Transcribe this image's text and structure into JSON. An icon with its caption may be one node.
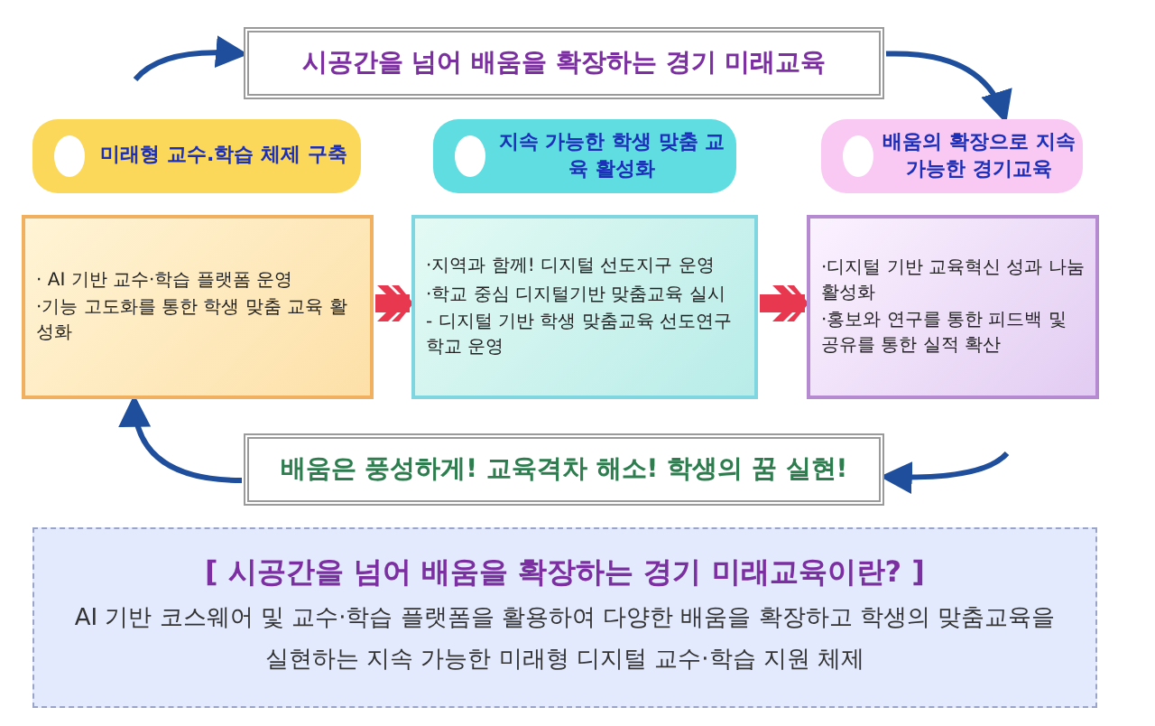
{
  "diagram": {
    "nodes": [
      {
        "text": [
          "시공간을 넘어 배움을 확장하는 경기 미래교육"
        ]
      },
      {
        "text": [
          "미래형 교수.학습 체제 구축"
        ]
      },
      {
        "text": [
          "지속 가능한 학생 맞춤 교육 활성화"
        ]
      },
      {
        "text": [
          "배움의 확장으로 지속 가능한 경기교육"
        ]
      },
      {
        "text": [
          "· AI 기반 교수·학습 플랫폼 운영",
          "·기능 고도화를 통한 학생 맞춤 교육 활성화"
        ]
      },
      {
        "text": [
          "·지역과 함께! 디지털 선도지구 운영",
          "·학교 중심 디지털기반 맞춤교육 실시",
          "- 디지털 기반 학생 맞춤교육 선도연구학교 운영"
        ]
      },
      {
        "text": [
          "·디지털 기반 교육혁신 성과 나눔 활성화",
          "·홍보와 연구를 통한 피드백 및 공유를 통한 실적 확산"
        ]
      },
      {
        "text": [
          "배움은 풍성하게! 교육격차 해소! 학생의 꿈 실현!"
        ]
      },
      {
        "text": [
          "[ 시공간을 넘어 배움을 확장하는 경기 미래교육이란? ]",
          "AI 기반 코스웨어 및 교수·학습 플랫폼을 활용하여 다양한 배움을 확장하고 학생의 맞춤교육을 실현하는 지속 가능한 미래형 디지털 교수·학습 지원 체제"
        ]
      }
    ],
    "edges": [
      {
        "from": null,
        "to": 0,
        "arrow": "to"
      },
      {
        "from": 0,
        "to": 3,
        "arrow": "to"
      },
      {
        "from": 4,
        "to": 5,
        "arrow": "to",
        "style": "thick",
        "color": "#e8384f"
      },
      {
        "from": 5,
        "to": 6,
        "arrow": "to",
        "style": "thick",
        "color": "#e8384f"
      },
      {
        "from": null,
        "to": 7,
        "arrow": "to"
      },
      {
        "from": 7,
        "to": 4,
        "arrow": "to"
      }
    ]
  }
}
